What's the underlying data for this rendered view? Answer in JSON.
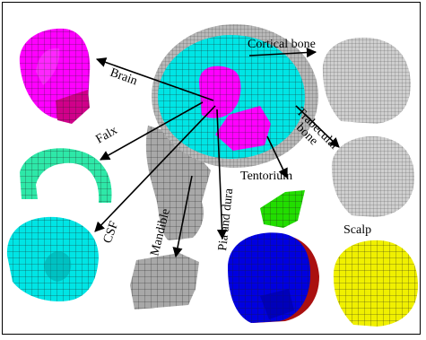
{
  "labels": {
    "brain": "Brain",
    "cortical_bone": "Cortical bone",
    "falx": "Falx",
    "trabecular_line1": "Trabecular",
    "trabecular_line2": "bone",
    "tentorium": "Tentorium",
    "csf": "CSF",
    "mandible": "Mandible",
    "pia_and_dura": "Pia and dura",
    "scalp": "Scalp"
  },
  "colors": {
    "brain": "#ff00ff",
    "brain_dark": "#d0008a",
    "csf": "#00e5e5",
    "falx": "#2ee8a8",
    "tentorium": "#22dd00",
    "pia": "#0000e0",
    "dura": "#aa1010",
    "scalp": "#f0f000",
    "bone": "#a8a8a8",
    "cortical": "#cfcfcf",
    "mesh": "#333333"
  }
}
